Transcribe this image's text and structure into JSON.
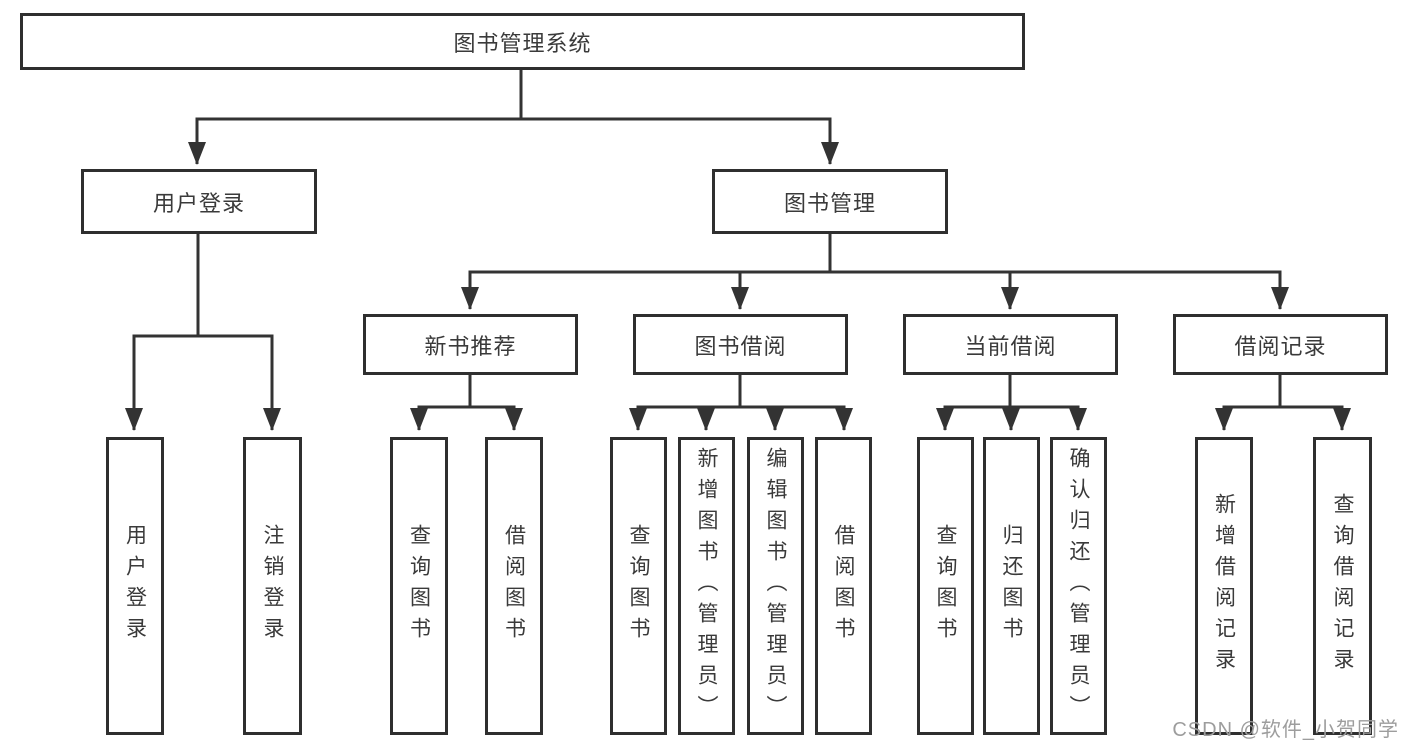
{
  "diagram": {
    "type": "hierarchy-diagram",
    "line_color": "#333333",
    "border_color": "#2f2f2f",
    "text_color": "#3a3a3a",
    "background_color": "#ffffff",
    "nodes": [
      {
        "id": "library-system",
        "label": "图书管理系统",
        "parent": null,
        "orientation": "horizontal"
      },
      {
        "id": "user-login",
        "label": "用户登录",
        "parent": "library-system",
        "orientation": "horizontal"
      },
      {
        "id": "book-management",
        "label": "图书管理",
        "parent": "library-system",
        "orientation": "horizontal"
      },
      {
        "id": "new-book-recommend",
        "label": "新书推荐",
        "parent": "book-management",
        "orientation": "horizontal"
      },
      {
        "id": "book-borrowing",
        "label": "图书借阅",
        "parent": "book-management",
        "orientation": "horizontal"
      },
      {
        "id": "current-borrowing",
        "label": "当前借阅",
        "parent": "book-management",
        "orientation": "horizontal"
      },
      {
        "id": "borrowing-records",
        "label": "借阅记录",
        "parent": "book-management",
        "orientation": "horizontal"
      },
      {
        "id": "user-login-action",
        "label": "用户登录",
        "parent": "user-login",
        "orientation": "vertical"
      },
      {
        "id": "logout-action",
        "label": "注销登录",
        "parent": "user-login",
        "orientation": "vertical"
      },
      {
        "id": "query-books-recommend",
        "label": "查询图书",
        "parent": "new-book-recommend",
        "orientation": "vertical"
      },
      {
        "id": "borrow-books-recommend",
        "label": "借阅图书",
        "parent": "new-book-recommend",
        "orientation": "vertical"
      },
      {
        "id": "query-books-borrow",
        "label": "查询图书",
        "parent": "book-borrowing",
        "orientation": "vertical"
      },
      {
        "id": "add-books-admin",
        "label": "新增图书（管理员）",
        "parent": "book-borrowing",
        "orientation": "vertical"
      },
      {
        "id": "edit-books-admin",
        "label": "编辑图书（管理员）",
        "parent": "book-borrowing",
        "orientation": "vertical"
      },
      {
        "id": "borrow-books",
        "label": "借阅图书",
        "parent": "book-borrowing",
        "orientation": "vertical"
      },
      {
        "id": "query-books-current",
        "label": "查询图书",
        "parent": "current-borrowing",
        "orientation": "vertical"
      },
      {
        "id": "return-books",
        "label": "归还图书",
        "parent": "current-borrowing",
        "orientation": "vertical"
      },
      {
        "id": "confirm-return-admin",
        "label": "确认归还（管理员）",
        "parent": "current-borrowing",
        "orientation": "vertical"
      },
      {
        "id": "add-borrow-record",
        "label": "新增借阅记录",
        "parent": "borrowing-records",
        "orientation": "vertical"
      },
      {
        "id": "query-borrow-record",
        "label": "查询借阅记录",
        "parent": "borrowing-records",
        "orientation": "vertical"
      }
    ]
  },
  "watermark": {
    "text": "CSDN @软件_小贺同学"
  }
}
